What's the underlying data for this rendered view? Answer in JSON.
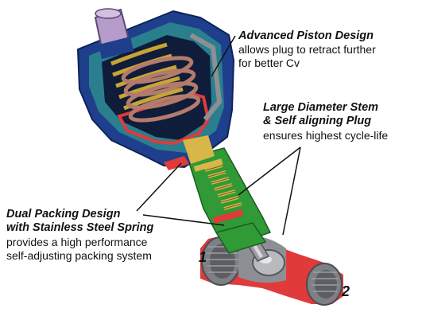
{
  "callouts": {
    "piston": {
      "title": "Advanced Piston Design",
      "body": [
        "allows plug to retract further",
        "for better Cv"
      ]
    },
    "stem": {
      "title": [
        "Large Diameter Stem",
        "& Self aligning Plug"
      ],
      "body": [
        "ensures highest cycle-life"
      ]
    },
    "packing": {
      "title": [
        "Dual Packing Design",
        "with Stainless Steel Spring"
      ],
      "body": [
        "provides a high performance",
        "self-adjusting packing system"
      ]
    }
  },
  "ports": {
    "inlet": "1",
    "outlet": "2"
  },
  "colors": {
    "housing_blue": "#1f3f8c",
    "housing_cyan": "#2a7f8e",
    "spring_gold": "#c8a533",
    "spring_copper": "#b27b6c",
    "seal_red": "#e03a3a",
    "stem_green": "#2f9a36",
    "packing_yellow": "#d9b64a",
    "body_steel": "#8d8f95",
    "cap_purple": "#b69ccb"
  }
}
